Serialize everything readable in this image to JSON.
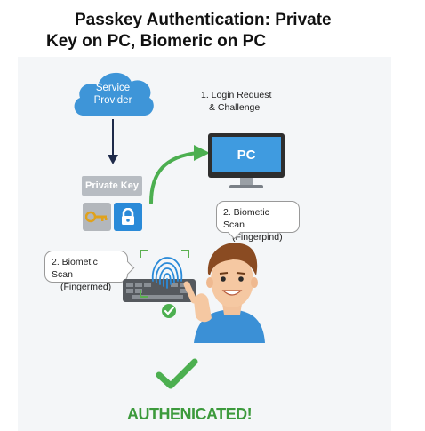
{
  "title": {
    "line1": "Passkey Authentication: Private",
    "line2": "Key on PC, Biomeric on PC"
  },
  "service_provider": {
    "line1": "Service",
    "line2": "Provider",
    "icon": "cloud-icon",
    "color": "#3e95d8"
  },
  "private_key": {
    "label": "Private Key",
    "key_icon": "key-icon",
    "lock_icon": "lock-icon"
  },
  "login_request": {
    "line1": "1. Login Request",
    "line2": "& Challenge"
  },
  "pc": {
    "label": "PC",
    "icon": "monitor-icon"
  },
  "bubble_right": {
    "line1": "2. Biometic Scan",
    "line2": "(Fingerpind)"
  },
  "bubble_left": {
    "line1": "2. Biometic Scan",
    "line2": "(Fingermed)"
  },
  "icons": {
    "fingerprint": "fingerprint-icon",
    "person": "person-illustration",
    "keyboard": "keyboard-icon",
    "check": "check-icon"
  },
  "result": {
    "text": "AUTHENICATED!",
    "color": "#3c9a3c"
  }
}
